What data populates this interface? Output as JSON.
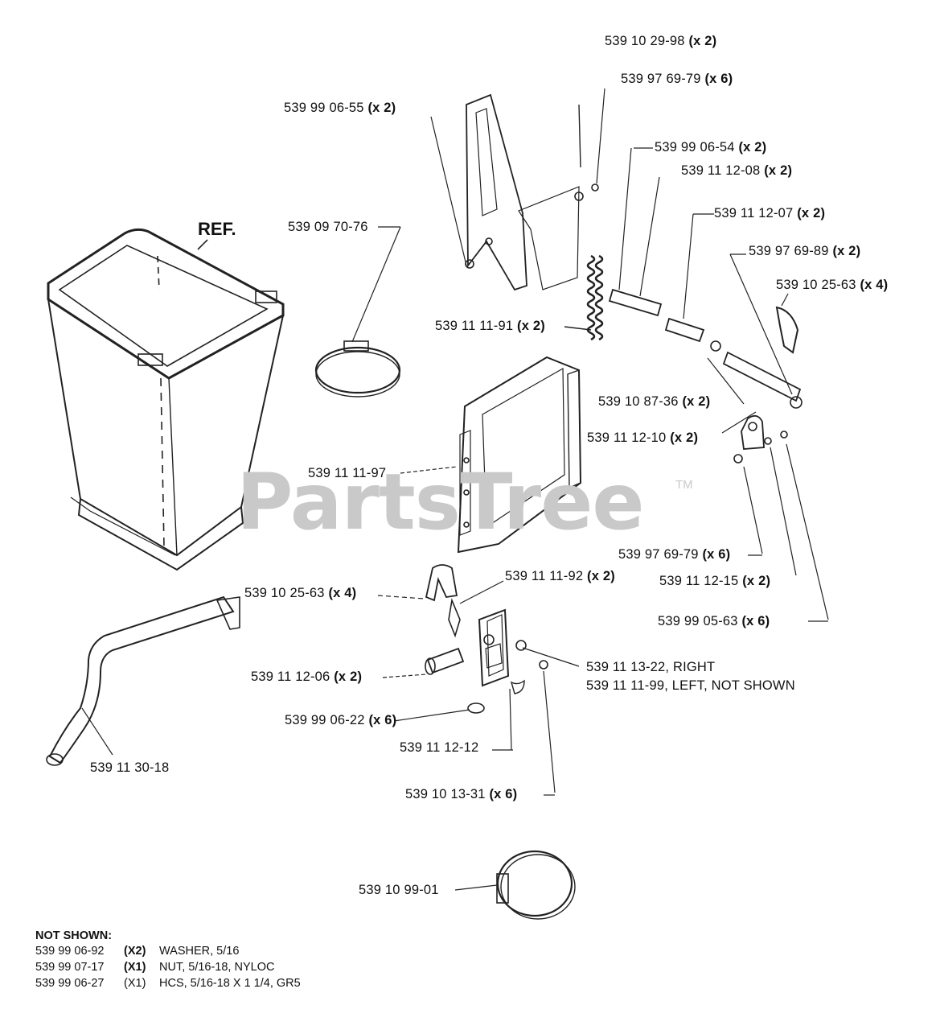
{
  "watermark": "PartsTree",
  "trademark": "TM",
  "ref_label": "REF.",
  "labels": [
    {
      "id": "l1",
      "pn": "539 10 29-98",
      "qty": "(x 2)"
    },
    {
      "id": "l2",
      "pn": "539 97 69-79",
      "qty": "(x 6)"
    },
    {
      "id": "l3",
      "pn": "539 99 06-55",
      "qty": "(x 2)"
    },
    {
      "id": "l4",
      "pn": "539 99 06-54",
      "qty": "(x 2)"
    },
    {
      "id": "l5",
      "pn": "539 11 12-08",
      "qty": "(x 2)"
    },
    {
      "id": "l6",
      "pn": "539 11 12-07",
      "qty": "(x 2)"
    },
    {
      "id": "l7",
      "pn": "539 09 70-76",
      "qty": ""
    },
    {
      "id": "l8",
      "pn": "539 97 69-89",
      "qty": "(x 2)"
    },
    {
      "id": "l9",
      "pn": "539 10 25-63",
      "qty": "(x 4)"
    },
    {
      "id": "l10",
      "pn": "539 11 11-91",
      "qty": "(x 2)"
    },
    {
      "id": "l11",
      "pn": "539 10 87-36",
      "qty": "(x 2)"
    },
    {
      "id": "l12",
      "pn": "539 11 12-10",
      "qty": "(x 2)"
    },
    {
      "id": "l13",
      "pn": "539 11 11-97",
      "qty": ""
    },
    {
      "id": "l14",
      "pn": "539 97 69-79",
      "qty": "(x 6)"
    },
    {
      "id": "l15",
      "pn": "539 11 12-15",
      "qty": "(x 2)"
    },
    {
      "id": "l16",
      "pn": "539 11 11-92",
      "qty": "(x 2)"
    },
    {
      "id": "l17",
      "pn": "539 10 25-63",
      "qty": "(x 4)"
    },
    {
      "id": "l18",
      "pn": "539 99 05-63",
      "qty": "(x 6)"
    },
    {
      "id": "l19",
      "pn": "539 11 13-22, RIGHT",
      "qty": ""
    },
    {
      "id": "l20",
      "pn": "539 11 11-99, LEFT, NOT SHOWN",
      "qty": ""
    },
    {
      "id": "l21",
      "pn": "539 11 12-06",
      "qty": "(x 2)"
    },
    {
      "id": "l22",
      "pn": "539 99 06-22",
      "qty": "(x 6)"
    },
    {
      "id": "l23",
      "pn": "539 11 12-12",
      "qty": ""
    },
    {
      "id": "l24",
      "pn": "539 11 30-18",
      "qty": ""
    },
    {
      "id": "l25",
      "pn": "539 10 13-31",
      "qty": "(x 6)"
    },
    {
      "id": "l26",
      "pn": "539 10 99-01",
      "qty": ""
    }
  ],
  "not_shown": {
    "title": "NOT SHOWN:",
    "items": [
      {
        "pn": "539 99 06-92",
        "qty": "(X2)",
        "desc": "WASHER, 5/16"
      },
      {
        "pn": "539 99 07-17",
        "qty": "(X1)",
        "desc": "NUT, 5/16-18, NYLOC"
      },
      {
        "pn": "539 99 06-27",
        "qty": "(X1)",
        "desc": "HCS, 5/16-18 X 1 1/4, GR5"
      }
    ]
  }
}
